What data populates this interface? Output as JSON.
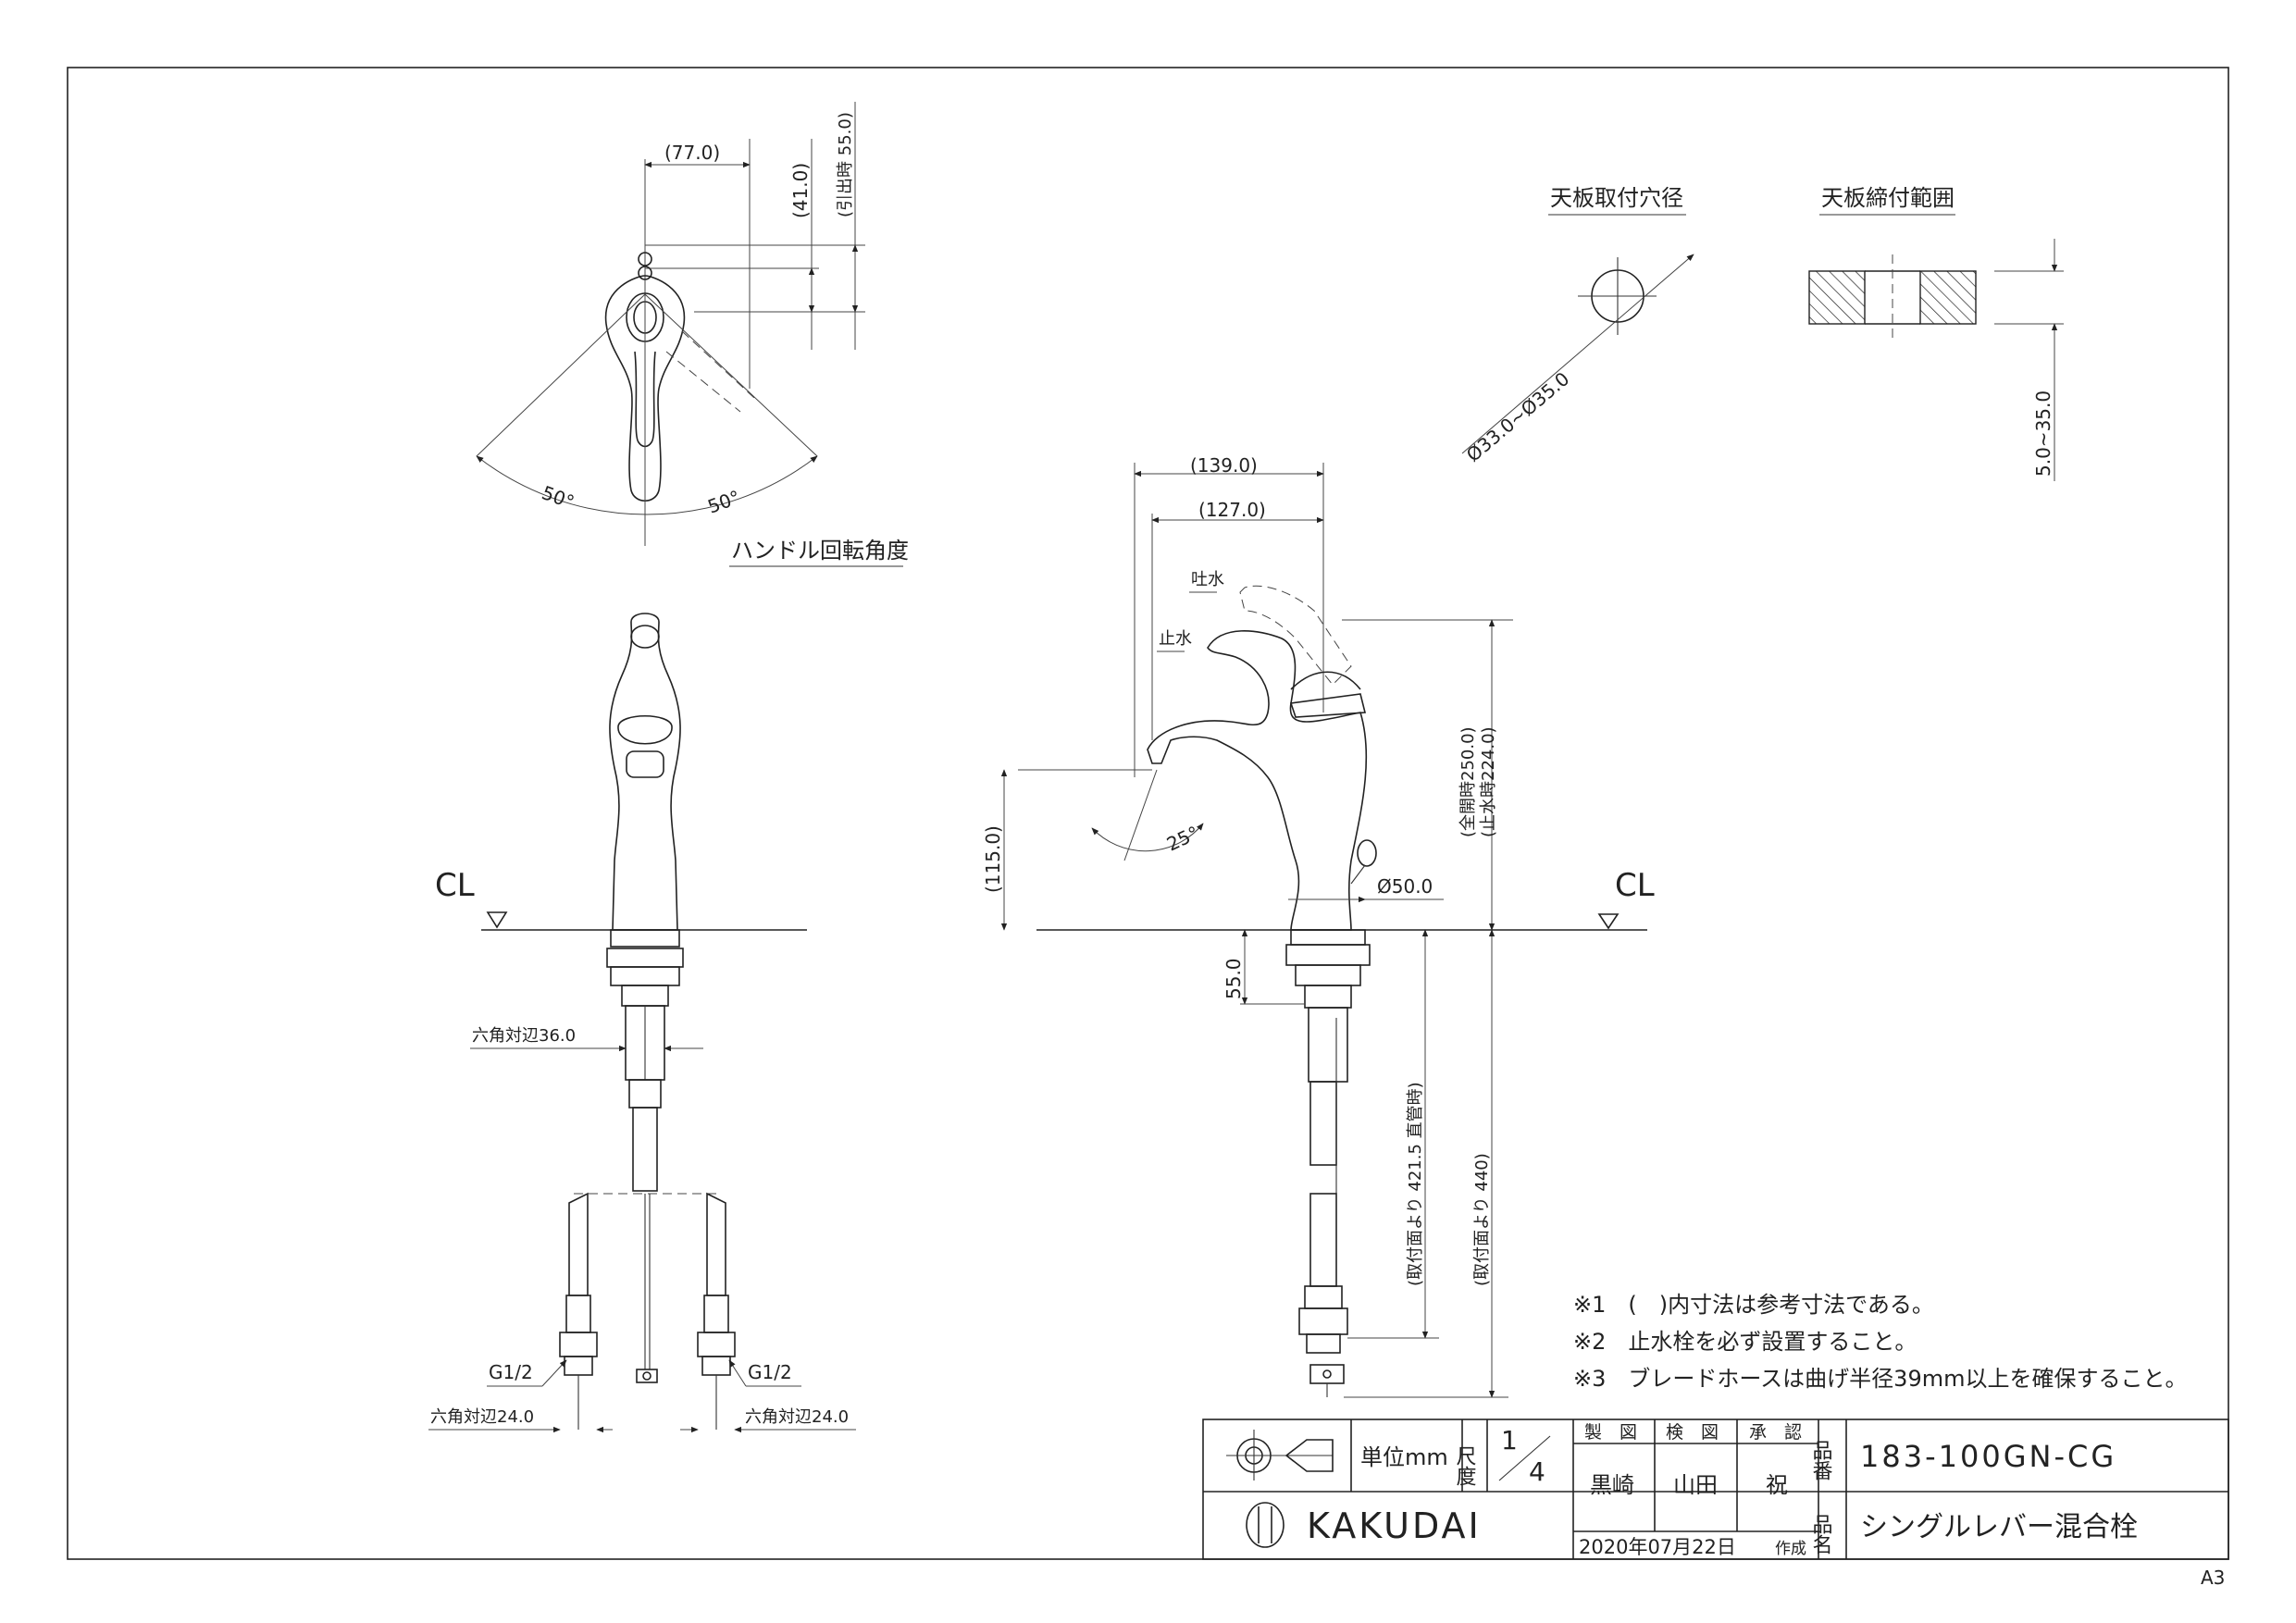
{
  "views": {
    "top": {
      "dim_width": "(77.0)",
      "dim_height_1": "(41.0)",
      "dim_height_2": "(引出時 55.0)",
      "angle_left": "50°",
      "angle_right": "50°",
      "caption": "ハンドル回転角度"
    },
    "front": {
      "cl_label": "CL",
      "hex_top": "六角対辺36.0",
      "g_left": "G1/2",
      "g_right": "G1/2",
      "hex_bottom_left": "六角対辺24.0",
      "hex_bottom_right": "六角対辺24.0"
    },
    "side": {
      "dim_139": "(139.0)",
      "dim_127": "(127.0)",
      "label_spout": "吐水",
      "label_stop": "止水",
      "dim_115": "(115.0)",
      "angle_25": "25°",
      "dim_250": "(全開時250.0)",
      "dim_224": "(止水時224.0)",
      "dim_dia50": "Ø50.0",
      "cl_label": "CL",
      "dim_55": "55.0",
      "dim_4215": "(取付面より 421.5 直管時)",
      "dim_440": "(取付面より 440)"
    },
    "hole": {
      "title": "天板取付穴径",
      "dim": "Ø33.0~Ø35.0"
    },
    "range": {
      "title": "天板締付範囲",
      "dim": "5.0~35.0"
    }
  },
  "notes": [
    "※1　(　)内寸法は参考寸法である。",
    "※2　止水栓を必ず設置すること。",
    "※3　ブレードホースは曲げ半径39mm以上を確保すること。"
  ],
  "title_block": {
    "unit_label": "単位mm",
    "scale_label": "尺度",
    "scale_num": "1",
    "scale_den": "4",
    "col_draw": "製　図",
    "col_check": "検　図",
    "col_approve": "承　認",
    "name_draw": "黒崎",
    "name_check": "山田",
    "name_approve": "祝",
    "part_no_label": "品番",
    "part_no": "183-100GN-CG",
    "part_name_label": "品名",
    "part_name": "シングルレバー混合栓",
    "company": "KAKUDAI",
    "date": "2020年07月22日",
    "created": "作成"
  },
  "paper_size": "A3"
}
